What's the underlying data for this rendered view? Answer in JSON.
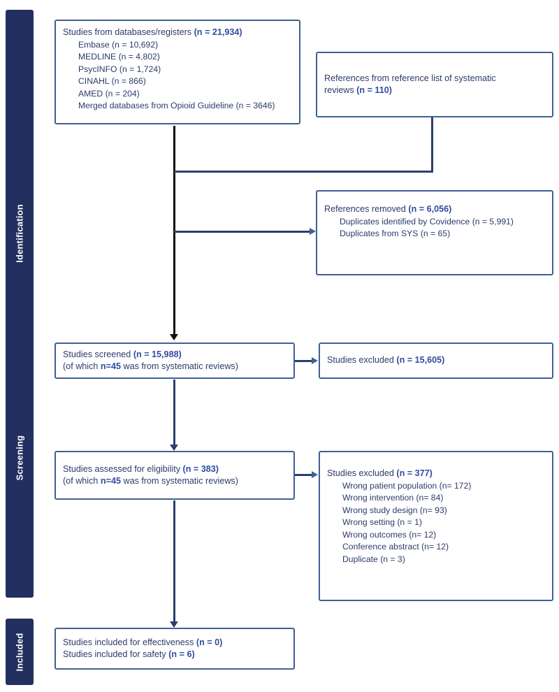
{
  "diagram": {
    "title": "PRISMA flow diagram",
    "accent_border": "#3f6094",
    "accent_text": "#2f4ca0",
    "stage_bar_color": "#22305f",
    "body_text_color": "#2e3a6b"
  },
  "stages": [
    {
      "id": "identification",
      "label": "Identification"
    },
    {
      "id": "screening",
      "label": "Screening"
    },
    {
      "id": "included",
      "label": "Included"
    }
  ],
  "boxes": {
    "databases": {
      "id": "studies-from-databases",
      "heading_text": "Studies from databases/registers ",
      "heading_count": "(n = 21,934)",
      "sources": [
        "Embase (n = 10,692)",
        "MEDLINE (n = 4,802)",
        "PsycINFO (n = 1,724)",
        "CINAHL (n = 866)",
        "AMED (n = 204)",
        "Merged databases from Opioid Guideline (n = 3646)"
      ]
    },
    "references_from_reviews": {
      "id": "references-from-reviews",
      "line1": "References from reference list of systematic",
      "line2_text": "reviews ",
      "line2_count": "(n = 110)"
    },
    "references_removed": {
      "id": "references-removed",
      "heading_text": "References removed ",
      "heading_count": "(n = 6,056)",
      "details": [
        "Duplicates identified by Covidence (n = 5,991)",
        "Duplicates from SYS (n = 65)"
      ]
    },
    "screened": {
      "id": "studies-screened",
      "line1_text": "Studies screened ",
      "line1_count": "(n = 15,988)",
      "line2_pre": "(of which ",
      "line2_count": "n=45",
      "line2_post": " was from systematic reviews)"
    },
    "excluded_screening": {
      "id": "studies-excluded-screening",
      "text": "Studies excluded ",
      "count": "(n = 15,605)"
    },
    "eligibility": {
      "id": "studies-assessed-eligibility",
      "line1_text": "Studies assessed for eligibility ",
      "line1_count": "(n = 383)",
      "line2_pre": "(of which ",
      "line2_count": "n=45",
      "line2_post": " was from systematic reviews)"
    },
    "excluded_eligibility": {
      "id": "studies-excluded-eligibility",
      "heading_text": "Studies excluded ",
      "heading_count": "(n = 377)",
      "reasons": [
        "Wrong patient population (n= 172)",
        "Wrong intervention (n= 84)",
        "Wrong study design (n= 93)",
        "Wrong setting (n = 1)",
        "Wrong outcomes (n= 12)",
        "Conference abstract (n= 12)",
        "Duplicate (n = 3)"
      ]
    },
    "included": {
      "id": "studies-included",
      "line1_text": "Studies included for effectiveness ",
      "line1_count": "(n = 0)",
      "line2_text": "Studies included for safety ",
      "line2_count": "(n = 6)"
    }
  }
}
